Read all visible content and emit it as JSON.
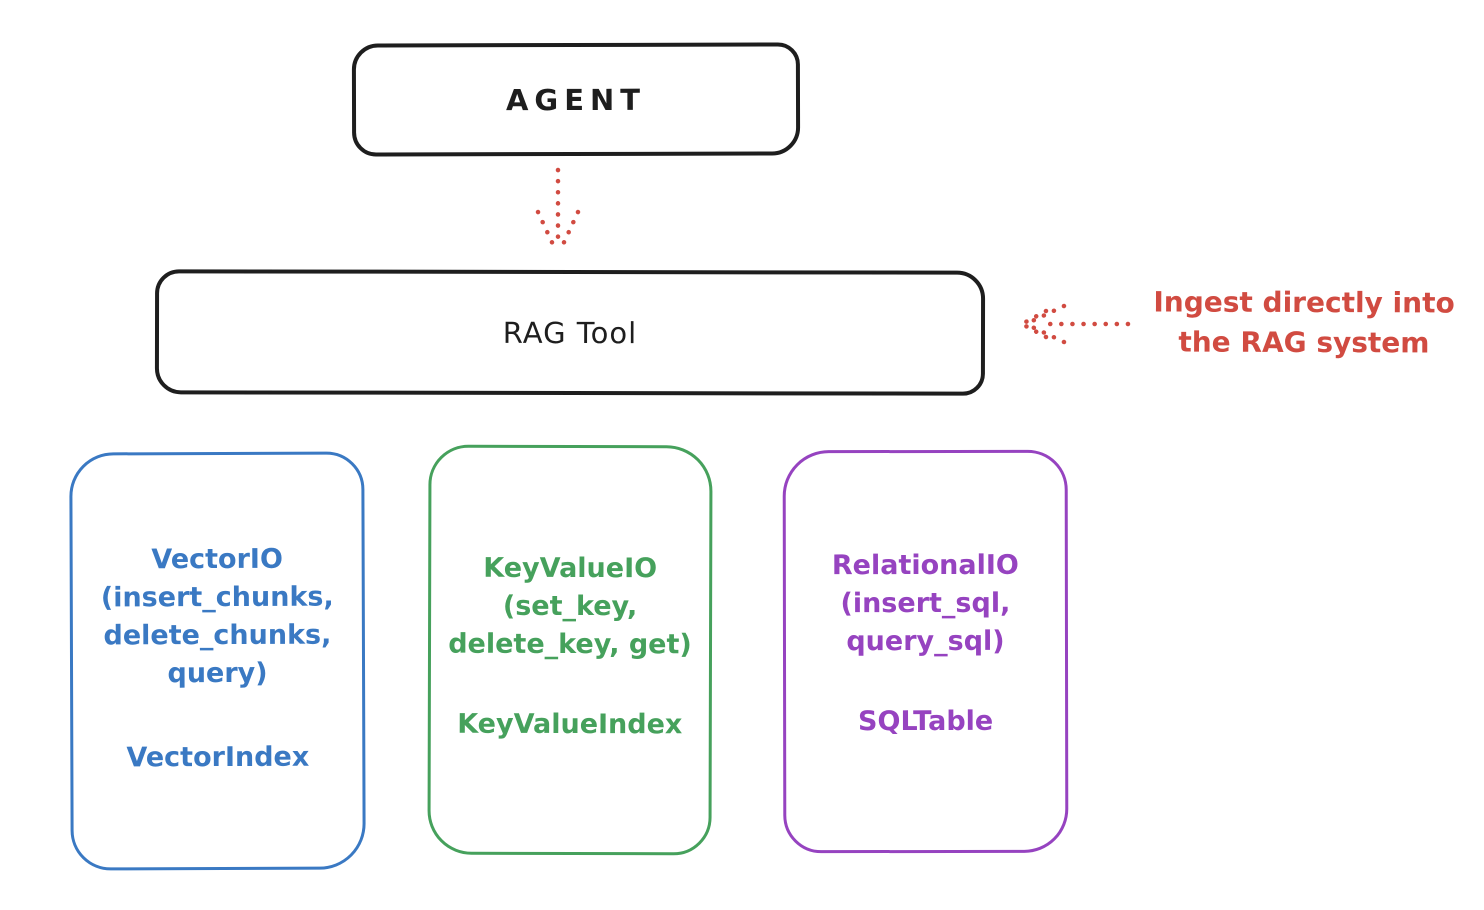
{
  "canvas": {
    "background": "#ffffff"
  },
  "colors": {
    "ink": "#1e1e1e",
    "blue": "#3a79c3",
    "green": "#46a15c",
    "purple": "#9643c0",
    "red": "#d14b41"
  },
  "nodes": {
    "agent": {
      "label": "AGENT"
    },
    "rag_tool": {
      "label": "RAG Tool"
    },
    "vector_io": {
      "accent": "#3a79c3",
      "title_lines": [
        "VectorIO",
        "(insert_chunks,",
        "delete_chunks,",
        "query)"
      ],
      "subtitle": "VectorIndex"
    },
    "key_value_io": {
      "accent": "#46a15c",
      "title_lines": [
        "KeyValueIO",
        "(set_key,",
        "delete_key, get)"
      ],
      "subtitle": "KeyValueIndex"
    },
    "relational_io": {
      "accent": "#9643c0",
      "title_lines": [
        "RelationalIO",
        "(insert_sql,",
        "query_sql)"
      ],
      "subtitle": "SQLTable"
    }
  },
  "annotation": {
    "lines": [
      "Ingest directly into",
      "the RAG system"
    ],
    "color": "#d14b41"
  },
  "arrows": [
    {
      "name": "agent-to-rag-tool",
      "style": "dotted",
      "color": "#d14b41",
      "direction": "down"
    },
    {
      "name": "ingest-into-rag-tool",
      "style": "dotted",
      "color": "#d14b41",
      "direction": "left"
    }
  ]
}
